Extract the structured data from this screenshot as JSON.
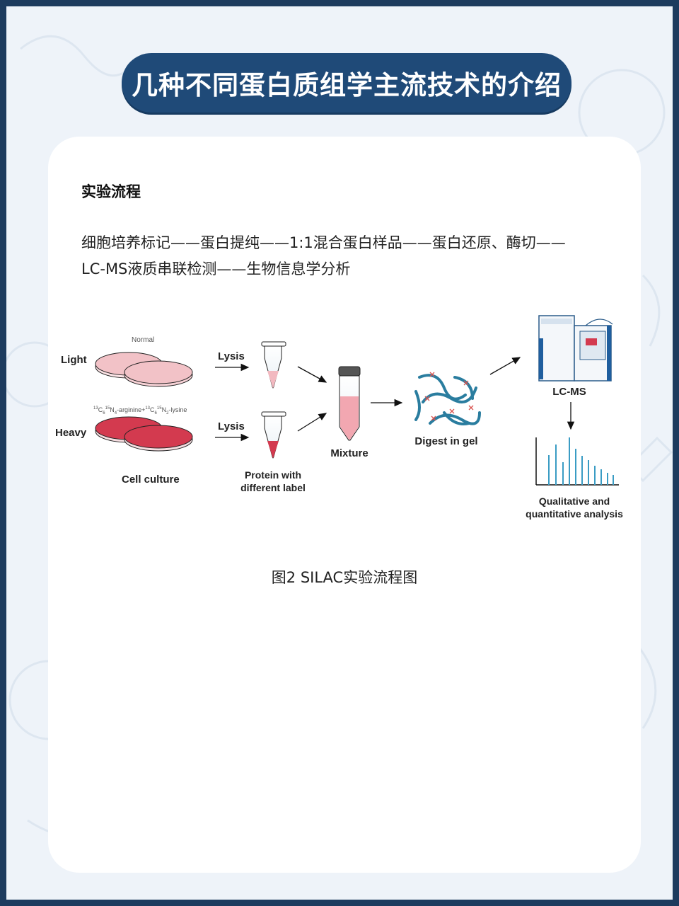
{
  "title": "几种不同蛋白质组学主流技术的介绍",
  "section_heading": "实验流程",
  "workflow": {
    "line1": "细胞培养标记——蛋白提纯——1:1混合蛋白样品——蛋白还原、酶切——",
    "line2": "LC-MS液质串联检测——生物信息学分析"
  },
  "diagram": {
    "light_label": "Light",
    "heavy_label": "Heavy",
    "normal_label": "Normal",
    "heavy_isotope": {
      "sup1": "13",
      "c1": "C",
      "sub1": "6",
      "sup2": "15",
      "n1": "N",
      "sub2": "4",
      "mid": "-arginine+",
      "sup3": "13",
      "c2": "C",
      "sub3": "6",
      "sup4": "15",
      "n2": "N",
      "sub4": "2",
      "end": "-lysine"
    },
    "lysis_1": "Lysis",
    "lysis_2": "Lysis",
    "cell_culture": "Cell culture",
    "protein_line1": "Protein with",
    "protein_line2": "different label",
    "mixture": "Mixture",
    "digest": "Digest in gel",
    "lcms": "LC-MS",
    "analysis_line1": "Qualitative and",
    "analysis_line2": "quantitative analysis"
  },
  "caption": "图2 SILAC实验流程图",
  "colors": {
    "frame": "#1d3b5e",
    "title_bg": "#1f4a78",
    "background": "#eef3f9",
    "light_dish": "#f2c2c7",
    "heavy_dish": "#d33a4f",
    "peptide": "#2a7d9f"
  }
}
